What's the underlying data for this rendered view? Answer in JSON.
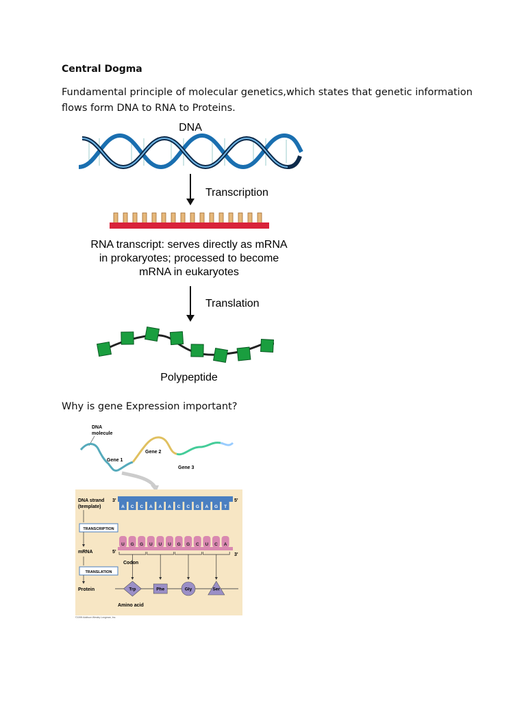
{
  "document": {
    "heading": "Central Dogma",
    "paragraph": "Fundamental principle of molecular genetics,which states that genetic information flows form DNA to RNA to Proteins.",
    "question": "Why is gene Expression important?"
  },
  "figure1": {
    "dna_label": "DNA",
    "transcription_label": "Transcription",
    "rna_caption_1": "RNA transcript: serves directly as mRNA",
    "rna_caption_2": "in prokaryotes; processed to become",
    "rna_caption_3": "mRNA in eukaryotes",
    "translation_label": "Translation",
    "polypeptide_label": "Polypeptide",
    "colors": {
      "rna_bar": "#d8223a",
      "teeth": "#e6b87a",
      "amino": "#1a9e3f",
      "helix": "#1a6fb0"
    }
  },
  "figure2": {
    "dna_molecule_1": "DNA",
    "dna_molecule_2": "molecule",
    "gene1": "Gene 1",
    "gene2": "Gene 2",
    "gene3": "Gene 3",
    "dna_strand_1": "DNA strand",
    "dna_strand_2": "(template)",
    "three_prime": "3'",
    "five_prime": "5'",
    "dna_bases": [
      "A",
      "C",
      "C",
      "A",
      "A",
      "A",
      "C",
      "C",
      "G",
      "A",
      "G",
      "T"
    ],
    "transcription_box": "TRANSCRIPTION",
    "mrna_label": "mRNA",
    "mrna_bases": [
      "U",
      "G",
      "G",
      "U",
      "U",
      "U",
      "G",
      "G",
      "C",
      "U",
      "C",
      "A"
    ],
    "codon_label": "Codon",
    "translation_box": "TRANSLATION",
    "protein_label": "Protein",
    "amino_acids": [
      "Trp",
      "Phe",
      "Gly",
      "Ser"
    ],
    "amino_acid_label": "Amino acid",
    "copyright": "©1999 Addison Wesley Longman, Inc.",
    "colors": {
      "background": "#f7e6c4",
      "dna_strand": "#4a7fc1",
      "mrna": "#d988b0",
      "amino": "#9b8fc7"
    }
  }
}
